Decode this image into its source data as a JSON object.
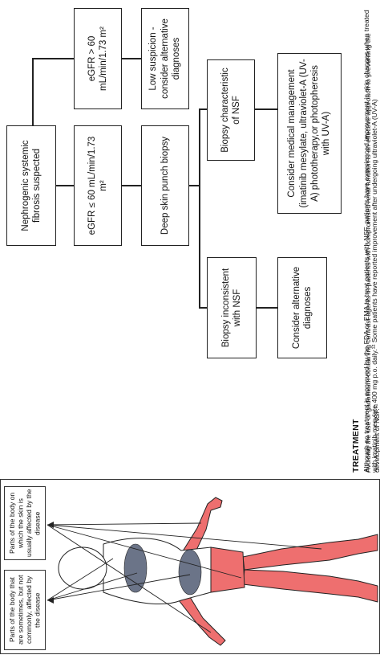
{
  "flowchart": {
    "start": "Nephrogenic systemic fibrosis suspected",
    "egfr_high": "eGFR > 60 mL/min/1.73 m²",
    "low_suspicion": "Low suspicion - consider alternative diagnoses",
    "egfr_low": "eGFR ≤ 60 mL/min/1.73 m²",
    "biopsy": "Deep skin punch biopsy",
    "biopsy_characteristic": "Biopsy characteristic of NSF",
    "medical_management": "Consider medical management (imatinib mesylate, ultraviolet-A (UV-A) phototherapy,or photopheresis with UV-A)",
    "biopsy_inconsistent": "Biopsy inconsistent with NSF",
    "alternative_diagnoses": "Consider alternative diagnoses"
  },
  "treatment": {
    "heading": "TREATMENT",
    "para1": "Avoiding the use of gadolinium-containing contrast agents in patients with compromised renal function is an effective approach to preventing the development of NSF.¹¹",
    "para2": "Although no treatment is approved by the FDA or EMA to treat patients with NSF, patients have experienced improvement in skin changes when treated with imatinib mesylate 400 mg p.o. daily.¹² Some patients have reported improvement after undergoing ultraviolet-A (UV-A)"
  },
  "body_figure": {
    "legend_usual": "Parts of the body on which the skin is usually affected by the disease",
    "legend_sometimes": "Parts of the body that are sometimes, but not commonly, affected by the disease",
    "colors": {
      "usual": "#ee6f6f",
      "sometimes": "#6b7488",
      "outline": "#222222"
    }
  }
}
